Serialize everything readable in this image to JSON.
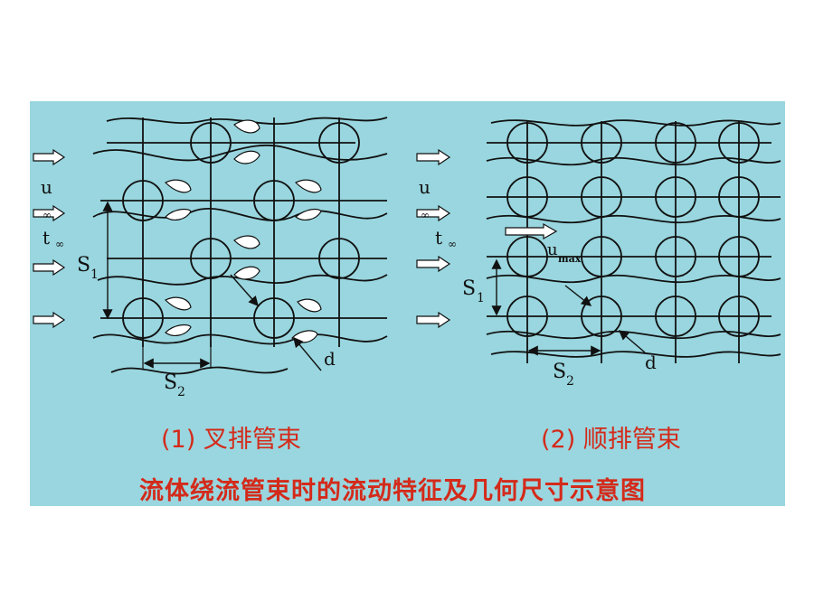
{
  "colors": {
    "panel": "#99d6df",
    "caption": "#d42a1a",
    "line": "#111111",
    "eddy": "#ffffff"
  },
  "left": {
    "u_label": "u",
    "u_sub": "∞",
    "t_label": "t",
    "t_sub": "∞",
    "s1_main": "S",
    "s1_sub": "1",
    "s2_main": "S",
    "s2_sub": "2",
    "d_label": "d",
    "caption": "(1) 叉排管束"
  },
  "right": {
    "u_label": "u",
    "u_sub": "∞",
    "t_label": "t",
    "t_sub": "∞",
    "umax_main": "u",
    "umax_sub": "max",
    "s1_main": "S",
    "s1_sub": "1",
    "s2_main": "S",
    "s2_sub": "2",
    "d_label": "d",
    "caption": "(2) 顺排管束"
  },
  "title": "流体绕流管束时的流动特征及几何尺寸示意图"
}
